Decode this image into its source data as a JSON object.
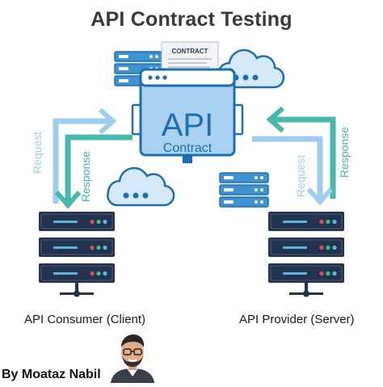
{
  "title": "API Contract Testing",
  "contract": {
    "line1": "API",
    "line2": "Contract",
    "doc_label": "CONTRACT"
  },
  "left_arrows": {
    "request": "Request",
    "response": "Response"
  },
  "right_arrows": {
    "request": "Request",
    "response": "Response"
  },
  "consumer_label": "API Consumer (Client)",
  "provider_label": "API Provider (Server)",
  "author": "By Moataz Nabil",
  "colors": {
    "blue_dark": "#1d6fb0",
    "blue_mid": "#3f93d3",
    "blue_light": "#9fcdec",
    "teal": "#46b9ad",
    "navy": "#21324f"
  },
  "icons": [
    "cloud-icon",
    "server-icon",
    "browser-window-icon",
    "document-icon",
    "avatar-icon"
  ]
}
